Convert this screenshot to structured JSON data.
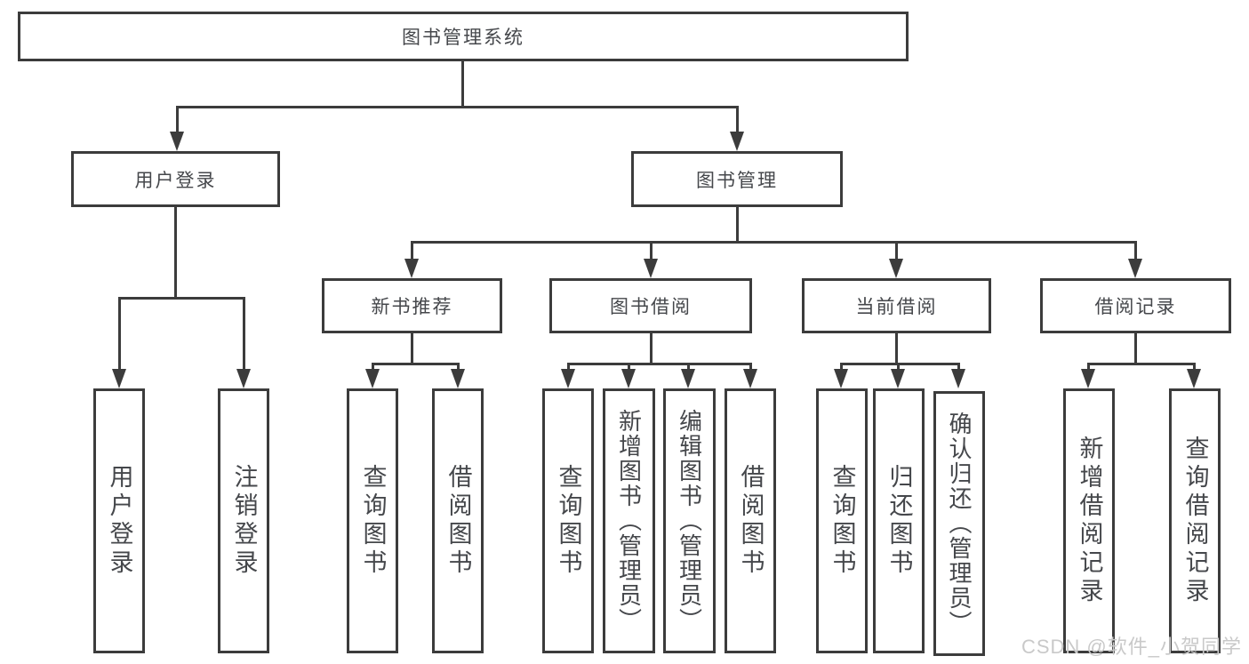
{
  "tree": {
    "root": {
      "label": "图书管理系统",
      "children": [
        {
          "label": "用户登录",
          "children": [
            {
              "label": "用户登录"
            },
            {
              "label": "注销登录"
            }
          ]
        },
        {
          "label": "图书管理",
          "children": [
            {
              "label": "新书推荐",
              "children": [
                {
                  "label": "查询图书"
                },
                {
                  "label": "借阅图书"
                }
              ]
            },
            {
              "label": "图书借阅",
              "children": [
                {
                  "label": "查询图书"
                },
                {
                  "label": "新增图书（管理员）"
                },
                {
                  "label": "编辑图书（管理员）"
                },
                {
                  "label": "借阅图书"
                }
              ]
            },
            {
              "label": "当前借阅",
              "children": [
                {
                  "label": "查询图书"
                },
                {
                  "label": "归还图书"
                },
                {
                  "label": "确认归还（管理员）"
                }
              ]
            },
            {
              "label": "借阅记录",
              "children": [
                {
                  "label": "新增借阅记录"
                },
                {
                  "label": "查询借阅记录"
                }
              ]
            }
          ]
        }
      ]
    }
  },
  "watermark": "CSDN @软件_小贺同学",
  "colors": {
    "line": "#3c3c3c",
    "text": "#45474b",
    "background": "#ffffff",
    "watermark": "#c9c9c9"
  }
}
